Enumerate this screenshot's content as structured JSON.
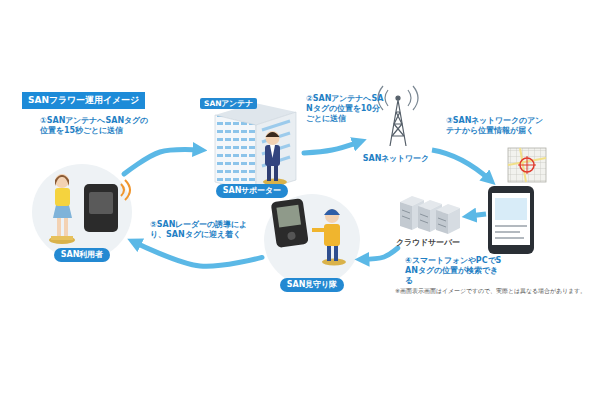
{
  "diagram": {
    "title": "SANフラワー運用イメージ",
    "nodes": [
      {
        "text": [
          "SAN利用者"
        ]
      },
      {
        "text": [
          "SANアンテナ",
          "SANサポーター"
        ]
      },
      {
        "text": [
          "SANネットワーク"
        ]
      },
      {
        "text": [
          "クラウドサーバー"
        ]
      },
      {
        "text": [
          "SAN見守り隊"
        ]
      }
    ],
    "edges": [
      {
        "from": 0,
        "to": 1,
        "arrow": "to"
      },
      {
        "from": 1,
        "to": 2,
        "arrow": "to"
      },
      {
        "from": 3,
        "to": 4,
        "arrow": "to"
      },
      {
        "from": 4,
        "to": 0,
        "arrow": "to"
      }
    ],
    "labels": [
      "①SANアンテナへSANタグの位置を15秒ごとに送信",
      "②SANアンテナへSANタグの位置を10分ごとに送信",
      "③SANネットワークのアンテナから位置情報が届く",
      "④スマートフォンやPCでSANタグの位置が検索できる",
      "⑤SANレーダーの誘導により、SANタグに迎え着く",
      "※画面表示画面はイメージですので、実際とは異なる場合があります。"
    ]
  }
}
